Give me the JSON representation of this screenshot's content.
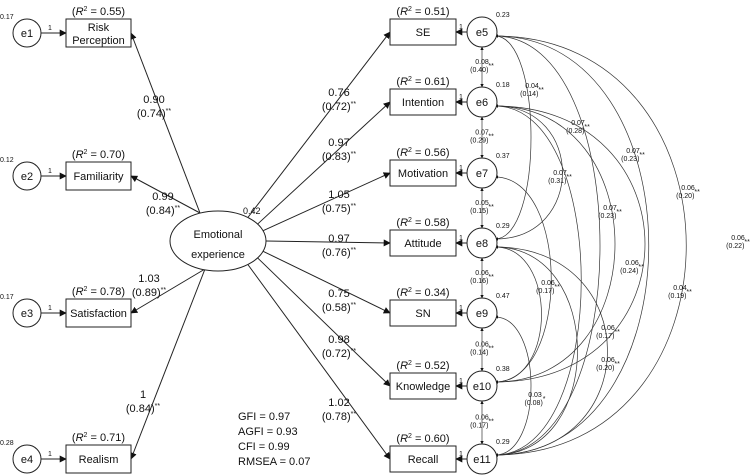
{
  "central": {
    "line1": "Emotional",
    "line2": "experience",
    "variance": "0.42"
  },
  "left_nodes": [
    {
      "error": "e1",
      "err_var": "0.17",
      "path": "1",
      "label1": "Risk",
      "label2": "Perception",
      "r2": "= 0.55)",
      "coef": "0.90",
      "std": "(0.74)"
    },
    {
      "error": "e2",
      "err_var": "0.12",
      "path": "1",
      "label1": "Familiarity",
      "label2": "",
      "r2": "= 0.70)",
      "coef": "0.99",
      "std": "(0.84)"
    },
    {
      "error": "e3",
      "err_var": "0.17",
      "path": "1",
      "label1": "Satisfaction",
      "label2": "",
      "r2": "= 0.78)",
      "coef": "1.03",
      "std": "(0.89)"
    },
    {
      "error": "e4",
      "err_var": "0.28",
      "path": "1",
      "label1": "Realism",
      "label2": "",
      "r2": "= 0.71)",
      "coef": "1",
      "std": "(0.84)"
    }
  ],
  "right_nodes": [
    {
      "label": "SE",
      "r2": "= 0.51)",
      "coef": "0.76",
      "std": "(0.72)",
      "error": "e5",
      "err_var": "0.23",
      "path": "1"
    },
    {
      "label": "Intention",
      "r2": "= 0.61)",
      "coef": "0.97",
      "std": "(0.83)",
      "error": "e6",
      "err_var": "0.18",
      "path": "1"
    },
    {
      "label": "Motivation",
      "r2": "= 0.56)",
      "coef": "1.05",
      "std": "(0.75)",
      "error": "e7",
      "err_var": "0.37",
      "path": "1"
    },
    {
      "label": "Attitude",
      "r2": "= 0.58)",
      "coef": "0.97",
      "std": "(0.76)",
      "error": "e8",
      "err_var": "0.29",
      "path": "1"
    },
    {
      "label": "SN",
      "r2": "= 0.34)",
      "coef": "0.75",
      "std": "(0.58)",
      "error": "e9",
      "err_var": "0.47",
      "path": "1"
    },
    {
      "label": "Knowledge",
      "r2": "= 0.52)",
      "coef": "0.98",
      "std": "(0.72)",
      "error": "e10",
      "err_var": "0.38",
      "path": "1"
    },
    {
      "label": "Recall",
      "r2": "= 0.60)",
      "coef": "1.02",
      "std": "(0.78)",
      "error": "e11",
      "err_var": "0.29",
      "path": "1"
    }
  ],
  "r2_prefix": "(",
  "r2_letter": "R",
  "r2_sup": "2",
  "sig_double": "**",
  "sig_single": "*",
  "covariances": [
    {
      "from": "e5",
      "to": "e6",
      "v": "0.08",
      "s": "(0.40)",
      "sig": "**"
    },
    {
      "from": "e6",
      "to": "e7",
      "v": "0.07",
      "s": "(0.29)",
      "sig": "**"
    },
    {
      "from": "e7",
      "to": "e8",
      "v": "0.05",
      "s": "(0.15)",
      "sig": "**"
    },
    {
      "from": "e8",
      "to": "e9",
      "v": "0.06",
      "s": "(0.16)",
      "sig": "**"
    },
    {
      "from": "e9",
      "to": "e10",
      "v": "0.06",
      "s": "(0.14)",
      "sig": "**"
    },
    {
      "from": "e10",
      "to": "e11",
      "v": "0.06",
      "s": "(0.17)",
      "sig": "**"
    },
    {
      "from": "e5",
      "to": "e8",
      "v": "0.04",
      "s": "(0.14)",
      "sig": "**"
    },
    {
      "from": "e6",
      "to": "e8",
      "v": "0.07",
      "s": "(0.28)",
      "sig": "**"
    },
    {
      "from": "e5",
      "to": "e11",
      "v": "0.07",
      "s": "(0.23)",
      "sig": "**"
    },
    {
      "from": "e7",
      "to": "e10",
      "v": "0.07",
      "s": "(0.31)",
      "sig": "**"
    },
    {
      "from": "e6",
      "to": "e11",
      "v": "0.07",
      "s": "(0.23)",
      "sig": "**"
    },
    {
      "from": "e5",
      "to": "e11b",
      "v": "0.06",
      "s": "(0.20)",
      "sig": "**"
    },
    {
      "from": "e6",
      "to": "e10",
      "v": "0.06",
      "s": "(0.24)",
      "sig": "**"
    },
    {
      "from": "e8",
      "to": "e10",
      "v": "0.06",
      "s": "(0.17)",
      "sig": "**"
    },
    {
      "from": "e8",
      "to": "e11",
      "v": "0.06",
      "s": "(0.17)",
      "sig": "**"
    },
    {
      "from": "e5",
      "to": "e11c",
      "v": "0.06",
      "s": "(0.22)",
      "sig": "**"
    },
    {
      "from": "e6",
      "to": "e10b",
      "v": "0.04",
      "s": "(0.19)",
      "sig": "**"
    },
    {
      "from": "e8",
      "to": "e11b",
      "v": "0.06",
      "s": "(0.20)",
      "sig": "**"
    },
    {
      "from": "e9",
      "to": "e11",
      "v": "0.03",
      "s": "(0.08)",
      "sig": "*"
    }
  ],
  "fit": [
    "GFI = 0.97",
    "AGFI = 0.93",
    "CFI = 0.99",
    "RMSEA = 0.07"
  ]
}
